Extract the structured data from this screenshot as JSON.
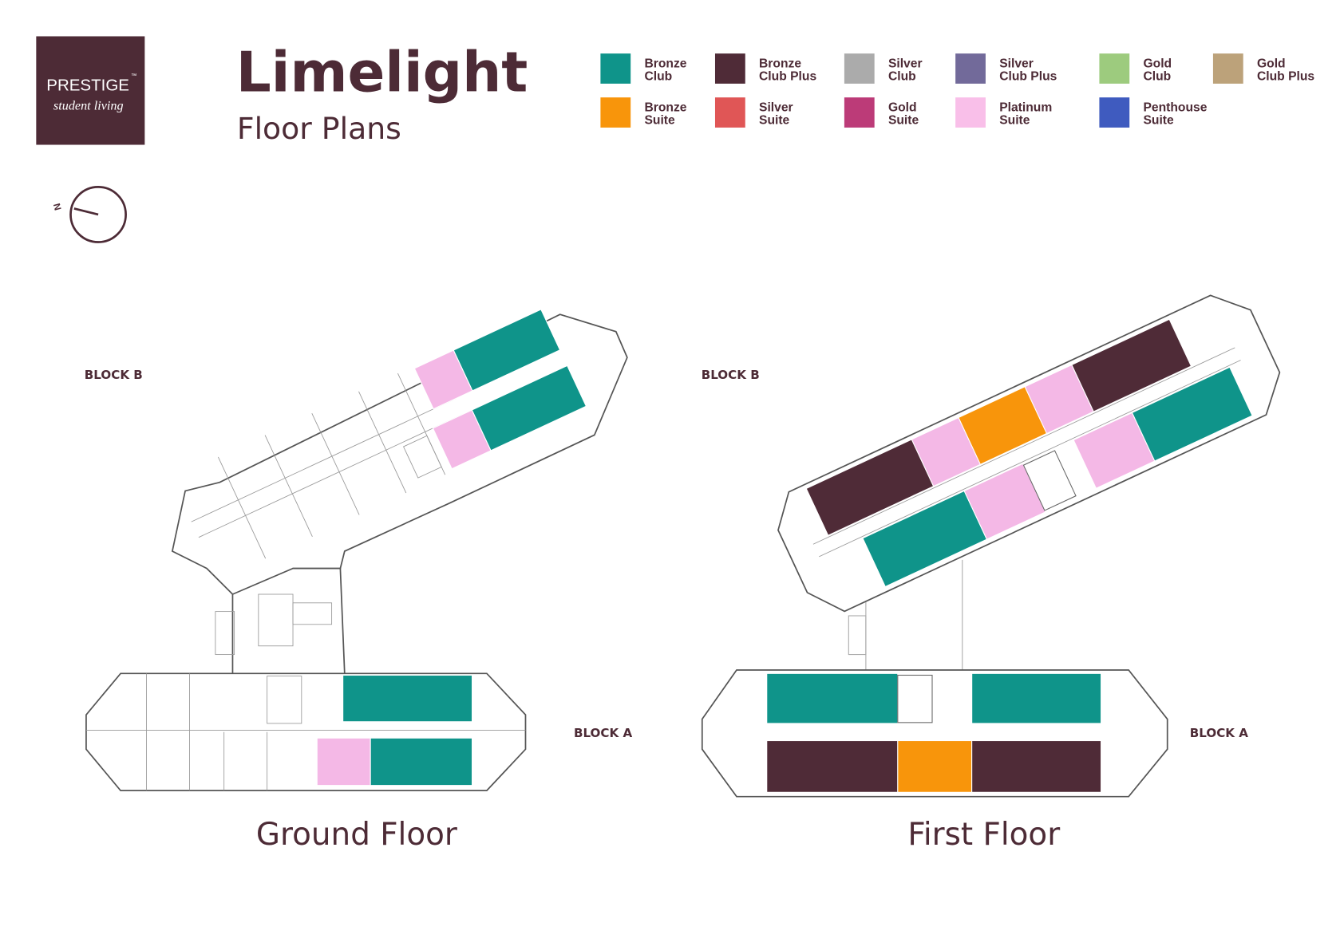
{
  "logo": {
    "line1": "PRESTIGE",
    "tm": "™",
    "line2": "student living"
  },
  "title": "Limelight",
  "subtitle": "Floor Plans",
  "compass": {
    "label": "N"
  },
  "legend": [
    {
      "line1": "Bronze",
      "line2": "Club",
      "color": "#0f948a"
    },
    {
      "line1": "Bronze",
      "line2": "Club Plus",
      "color": "#4f2b37"
    },
    {
      "line1": "Silver",
      "line2": "Club",
      "color": "#ababab"
    },
    {
      "line1": "Silver",
      "line2": "Club Plus",
      "color": "#726a9a"
    },
    {
      "line1": "Gold",
      "line2": "Club",
      "color": "#9dcb7e"
    },
    {
      "line1": "Gold",
      "line2": "Club Plus",
      "color": "#bca27a"
    },
    {
      "line1": "Bronze",
      "line2": "Suite",
      "color": "#f8950b"
    },
    {
      "line1": "Silver",
      "line2": "Suite",
      "color": "#e05656"
    },
    {
      "line1": "Gold",
      "line2": "Suite",
      "color": "#bc3b78"
    },
    {
      "line1": "Platinum",
      "line2": "Suite",
      "color": "#f9bfe9"
    },
    {
      "line1": "Penthouse",
      "line2": "Suite",
      "color": "#3f5bbf"
    }
  ],
  "plans": [
    {
      "name": "Ground Floor",
      "block_b": "BLOCK B",
      "block_a": "BLOCK A"
    },
    {
      "name": "First Floor",
      "block_b": "BLOCK B",
      "block_a": "BLOCK A"
    }
  ]
}
